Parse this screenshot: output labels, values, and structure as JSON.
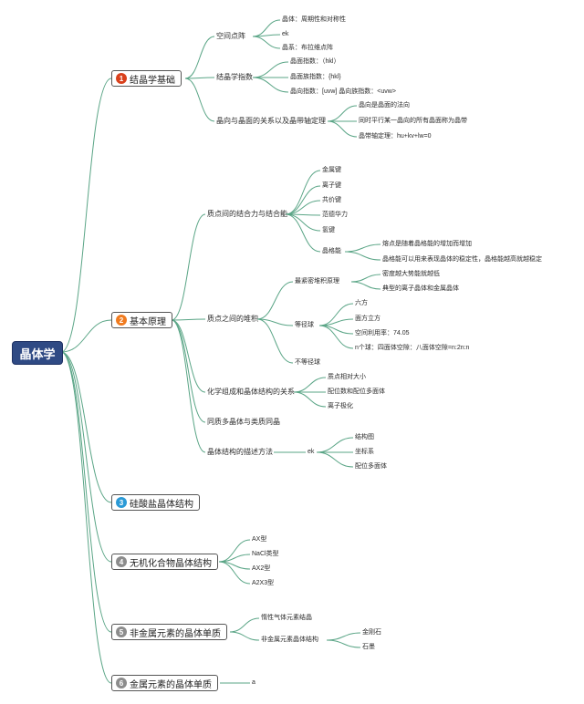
{
  "root": "晶体学",
  "colors": {
    "line": "#5aa586",
    "n1": "#d9401c",
    "n2": "#f07b1f",
    "n3": "#2b9ad6",
    "n4": "#8c8c8c",
    "n5": "#8c8c8c",
    "n6": "#8c8c8c",
    "root_bg": "#2f4a84"
  },
  "branches": [
    {
      "num": "1",
      "title": "结晶学基础"
    },
    {
      "num": "2",
      "title": "基本原理"
    },
    {
      "num": "3",
      "title": "硅酸盐晶体结构"
    },
    {
      "num": "4",
      "title": "无机化合物晶体结构"
    },
    {
      "num": "5",
      "title": "非金属元素的晶体单质"
    },
    {
      "num": "6",
      "title": "金属元素的晶体单质"
    }
  ],
  "b1": {
    "lattice": "空间点阵",
    "lattice_items": [
      "晶体：周期性和对称性",
      "ek",
      "晶系：布拉维点阵"
    ],
    "indices": "结晶学指数",
    "indices_items": [
      "晶面指数：（hkl）",
      "晶面族指数：{hkl}",
      "晶向指数：[uvw]  晶向族指数：<uvw>"
    ],
    "zone": "晶向与晶面的关系以及晶带轴定理",
    "zone_items": [
      "晶向是晶面的法向",
      "同时平行某一晶向的所有晶面称为晶带",
      "晶带轴定理：hu+kv+lw=0"
    ]
  },
  "b2": {
    "bond": "质点间的结合力与结合能",
    "bond_items": [
      "金属键",
      "离子键",
      "共价键",
      "范德华力",
      "氢键",
      "晶格能"
    ],
    "lattice_energy_items": [
      "熔点是随着晶格能的增加而增加",
      "晶格能可以用来表现晶体的稳定性，晶格能越高就越稳定"
    ],
    "packing": "质点之间的堆积",
    "closest": "最紧密堆积原理",
    "closest_items": [
      "密度越大势能就越低",
      "典型的离子晶体和金属晶体"
    ],
    "equal": "等径球",
    "equal_items": [
      "六方",
      "面方立方",
      "空间利用率：74.05",
      "n个球：四面体空隙：八面体空隙=n:2n:n"
    ],
    "unequal": "不等径球",
    "composition": "化学组成和晶体结构的关系",
    "composition_items": [
      "质点相对大小",
      "配位数和配位多面体",
      "离子极化"
    ],
    "poly": "同质多晶体与类质同晶",
    "desc": "晶体结构的描述方法",
    "desc_mid": "ek",
    "desc_items": [
      "结构图",
      "坐标系",
      "配位多面体"
    ]
  },
  "b4": {
    "items": [
      "AX型",
      "NaCl类型",
      "AX2型",
      "A2X3型"
    ]
  },
  "b5": {
    "inert": "惰性气体元素结晶",
    "nonmetal": "非金属元素晶体结构",
    "nonmetal_items": [
      "金刚石",
      "石墨"
    ]
  },
  "b6": {
    "items": [
      "a"
    ]
  }
}
